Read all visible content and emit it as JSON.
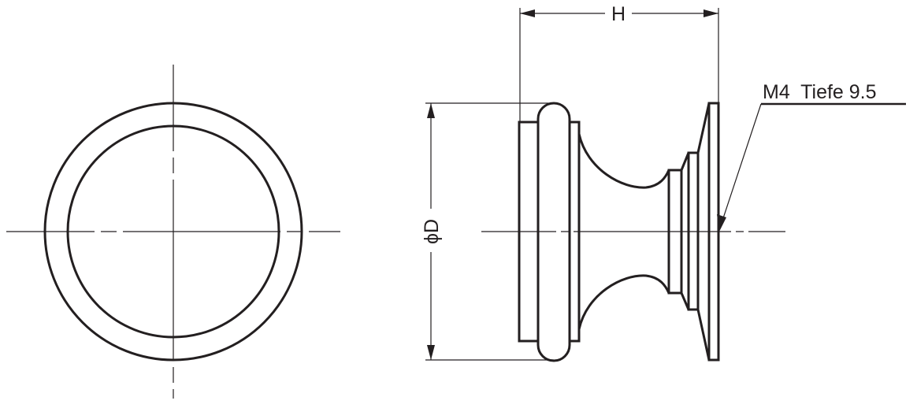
{
  "drawing": {
    "type": "technical-drawing",
    "subject": "cabinet knob",
    "views": [
      "front-view",
      "side-view"
    ],
    "line_color": "#231f20",
    "background": "#ffffff"
  },
  "dimensions": {
    "height_label": "H",
    "diameter_label": "ϕD",
    "thread_callout": "M4  Tiefe 9.5"
  }
}
